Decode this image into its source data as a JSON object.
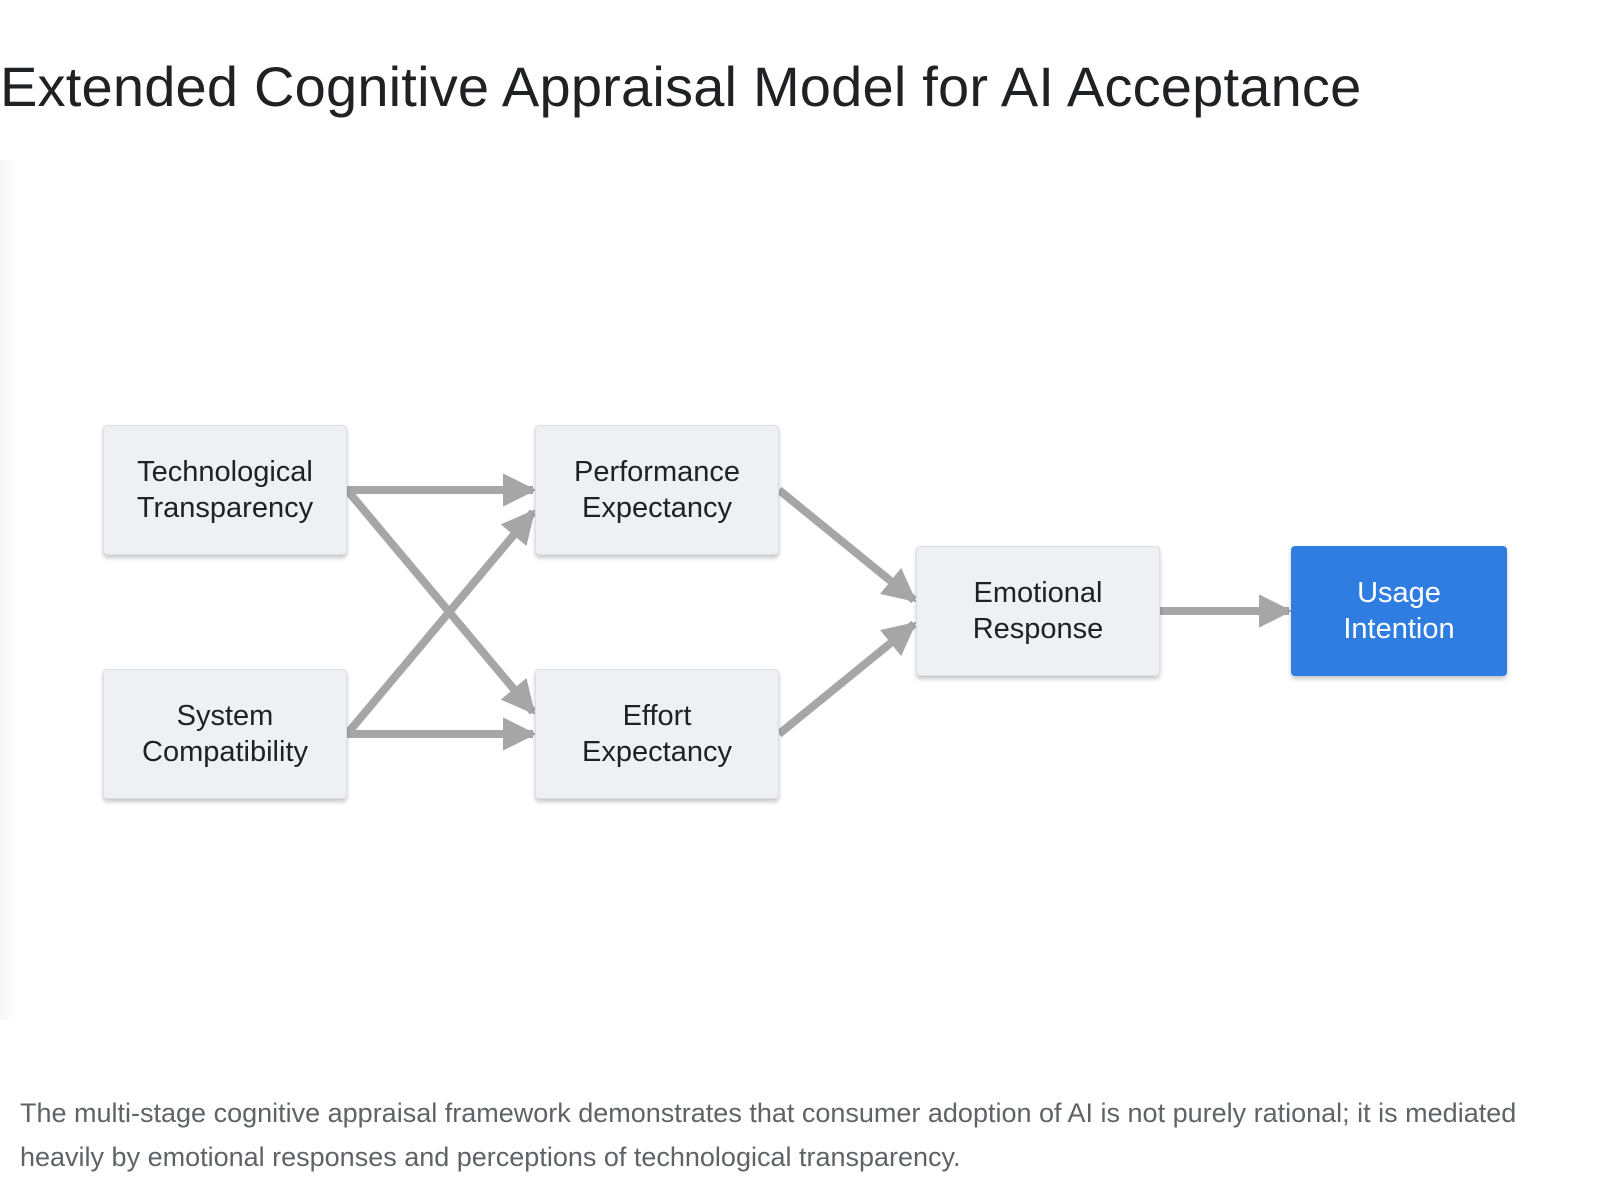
{
  "title": "Extended Cognitive Appraisal Model for AI Acceptance",
  "diagram": {
    "nodes": {
      "technological_transparency": "Technological\nTransparency",
      "system_compatibility": "System\nCompatibility",
      "performance_expectancy": "Performance\nExpectancy",
      "effort_expectancy": "Effort\nExpectancy",
      "emotional_response": "Emotional\nResponse",
      "usage_intention": "Usage\nIntention"
    },
    "edges": [
      {
        "from": "technological_transparency",
        "to": "performance_expectancy"
      },
      {
        "from": "technological_transparency",
        "to": "effort_expectancy"
      },
      {
        "from": "system_compatibility",
        "to": "performance_expectancy"
      },
      {
        "from": "system_compatibility",
        "to": "effort_expectancy"
      },
      {
        "from": "performance_expectancy",
        "to": "emotional_response"
      },
      {
        "from": "effort_expectancy",
        "to": "emotional_response"
      },
      {
        "from": "emotional_response",
        "to": "usage_intention"
      }
    ],
    "colors": {
      "node_fill": "#eef0f3",
      "accent_node_fill": "#2f7de1",
      "arrow": "#a6a6a6"
    }
  },
  "caption": "The multi-stage cognitive appraisal framework demonstrates that consumer adoption of AI is not purely rational; it is mediated heavily by emotional responses and perceptions of technological transparency."
}
